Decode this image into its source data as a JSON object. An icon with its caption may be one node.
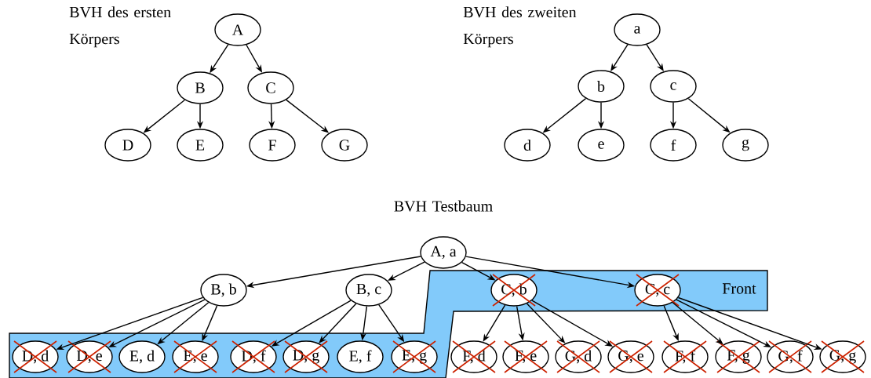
{
  "diagram": {
    "nodes": [
      {
        "text": [
          "A"
        ]
      },
      {
        "text": [
          "B"
        ]
      },
      {
        "text": [
          "C"
        ]
      },
      {
        "text": [
          "D"
        ]
      },
      {
        "text": [
          "E"
        ]
      },
      {
        "text": [
          "F"
        ]
      },
      {
        "text": [
          "G"
        ]
      },
      {
        "text": [
          "a"
        ]
      },
      {
        "text": [
          "b"
        ]
      },
      {
        "text": [
          "c"
        ]
      },
      {
        "text": [
          "d"
        ]
      },
      {
        "text": [
          "e"
        ]
      },
      {
        "text": [
          "f"
        ]
      },
      {
        "text": [
          "g"
        ]
      },
      {
        "text": [
          "A, a"
        ],
        "beside": [
          "BVH Testbaum"
        ]
      },
      {
        "text": [
          "B, b"
        ]
      },
      {
        "text": [
          "B, c"
        ]
      },
      {
        "text": [
          "Front"
        ]
      },
      {
        "text": [
          "C, b"
        ],
        "in": 17
      },
      {
        "text": [
          "C, c"
        ],
        "in": 17
      },
      {
        "text": [
          "D, d"
        ],
        "in": 17
      },
      {
        "text": [
          "D, e"
        ],
        "in": 17
      },
      {
        "text": [
          "E, d"
        ],
        "in": 17
      },
      {
        "text": [
          "E, e"
        ],
        "in": 17
      },
      {
        "text": [
          "D, f"
        ],
        "in": 17
      },
      {
        "text": [
          "D, g"
        ],
        "in": 17
      },
      {
        "text": [
          "E, f"
        ],
        "in": 17
      },
      {
        "text": [
          "E, g"
        ],
        "in": 17
      },
      {
        "text": [
          "F, d"
        ]
      },
      {
        "text": [
          "F, e"
        ]
      },
      {
        "text": [
          "G, d"
        ]
      },
      {
        "text": [
          "G, e"
        ]
      },
      {
        "text": [
          "F, f"
        ]
      },
      {
        "text": [
          "F, g"
        ]
      },
      {
        "text": [
          "G, f"
        ]
      },
      {
        "text": [
          "G, g"
        ]
      }
    ],
    "edges": [
      {
        "from": 0,
        "to": 1,
        "arrow": "to"
      },
      {
        "from": 0,
        "to": 2,
        "arrow": "to"
      },
      {
        "from": 1,
        "to": 3,
        "arrow": "to"
      },
      {
        "from": 1,
        "to": 4,
        "arrow": "to"
      },
      {
        "from": 2,
        "to": 5,
        "arrow": "to"
      },
      {
        "from": 2,
        "to": 6,
        "arrow": "to"
      },
      {
        "from": 7,
        "to": 8,
        "arrow": "to"
      },
      {
        "from": 7,
        "to": 9,
        "arrow": "to"
      },
      {
        "from": 8,
        "to": 10,
        "arrow": "to"
      },
      {
        "from": 8,
        "to": 11,
        "arrow": "to"
      },
      {
        "from": 9,
        "to": 12,
        "arrow": "to"
      },
      {
        "from": 9,
        "to": 13,
        "arrow": "to"
      },
      {
        "from": 14,
        "to": 15,
        "arrow": "to"
      },
      {
        "from": 14,
        "to": 16,
        "arrow": "to"
      },
      {
        "from": 14,
        "to": 18,
        "arrow": "to"
      },
      {
        "from": 14,
        "to": 19,
        "arrow": "to"
      },
      {
        "from": 15,
        "to": 20,
        "arrow": "to"
      },
      {
        "from": 15,
        "to": 21,
        "arrow": "to"
      },
      {
        "from": 15,
        "to": 22,
        "arrow": "to"
      },
      {
        "from": 15,
        "to": 23,
        "arrow": "to"
      },
      {
        "from": 16,
        "to": 24,
        "arrow": "to"
      },
      {
        "from": 16,
        "to": 25,
        "arrow": "to"
      },
      {
        "from": 16,
        "to": 26,
        "arrow": "to"
      },
      {
        "from": 16,
        "to": 27,
        "arrow": "to"
      },
      {
        "from": 18,
        "to": 28,
        "arrow": "to"
      },
      {
        "from": 18,
        "to": 29,
        "arrow": "to"
      },
      {
        "from": 18,
        "to": 30,
        "arrow": "to"
      },
      {
        "from": 18,
        "to": 31,
        "arrow": "to"
      },
      {
        "from": 19,
        "to": 32,
        "arrow": "to"
      },
      {
        "from": 19,
        "to": 33,
        "arrow": "to"
      },
      {
        "from": 19,
        "to": 34,
        "arrow": "to"
      },
      {
        "from": 19,
        "to": 35,
        "arrow": "to"
      }
    ],
    "labels": [
      "BVH des ersten Körpers",
      "BVH des zweiten Körpers"
    ]
  }
}
